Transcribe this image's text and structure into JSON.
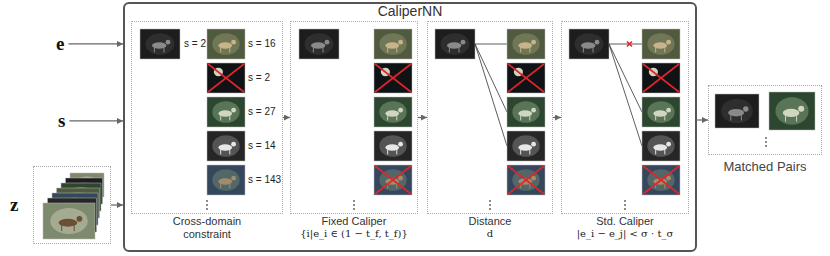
{
  "diagram": {
    "nodes": [
      {
        "text": [
          "e"
        ]
      },
      {
        "text": [
          "s"
        ]
      },
      {
        "text": [
          "z"
        ]
      },
      {
        "text": [
          "CaliperNN"
        ]
      },
      {
        "text": [
          "Cross-domain constraint"
        ],
        "in": 3
      },
      {
        "text": [
          "Fixed Caliper",
          "{i|e_i ∈ (1 − t_f, t_f)}"
        ],
        "in": 3
      },
      {
        "text": [
          "Distance",
          "d"
        ],
        "in": 3
      },
      {
        "text": [
          "Std. Caliper",
          "|e_i − e_j| < σ · t_σ"
        ],
        "in": 3
      },
      {
        "text": [
          "Matched Pairs"
        ]
      }
    ],
    "edges": [
      {
        "from": 0,
        "to": 3,
        "arrow": "to"
      },
      {
        "from": 1,
        "to": 3,
        "arrow": "to"
      },
      {
        "from": 2,
        "to": 3,
        "arrow": "to"
      },
      {
        "from": 4,
        "to": 5,
        "arrow": "to"
      },
      {
        "from": 5,
        "to": 6,
        "arrow": "to"
      },
      {
        "from": 6,
        "to": 7,
        "arrow": "to"
      },
      {
        "from": 3,
        "to": 8,
        "arrow": "to"
      }
    ],
    "labels": [
      "s = 2",
      "s = 16",
      "s = 2",
      "s = 27",
      "s = 14",
      "s = 143"
    ]
  }
}
